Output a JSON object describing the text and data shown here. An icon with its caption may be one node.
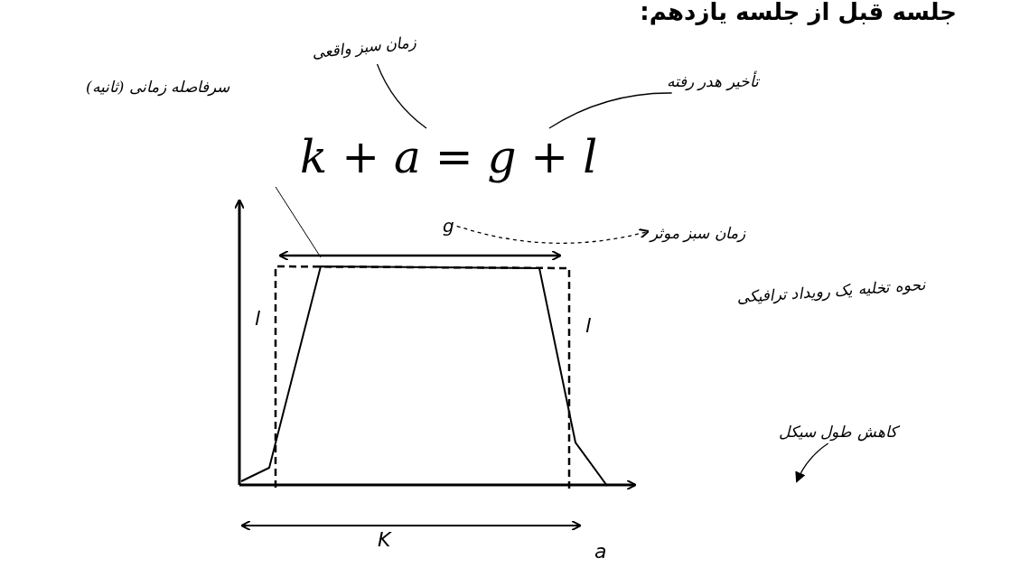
{
  "diagram": {
    "title": "جلسه قبل از جلسه یازدهم:",
    "nodes": [
      {
        "text": [
          "زمان سبز واقعی"
        ]
      },
      {
        "text": [
          "تأخیر هدر رفته"
        ]
      },
      {
        "text": [
          "سرفاصله زمانی (ثانیه)"
        ]
      },
      {
        "text": [
          "k + a = g + l"
        ]
      },
      {
        "text": [
          "g"
        ]
      },
      {
        "text": [
          "زمان سبز موثر"
        ]
      },
      {
        "text": [
          "نحوه تخلیه یک رویداد ترافیکی"
        ]
      },
      {
        "text": [
          "کاهش طول سیکل"
        ]
      }
    ],
    "edges": [
      {
        "from": 0,
        "to": 3,
        "arrow": "none"
      },
      {
        "from": 1,
        "to": 3,
        "arrow": "none"
      },
      {
        "from": 4,
        "to": 5,
        "arrow": "to",
        "style": "dashed"
      },
      {
        "from": 7,
        "to": null,
        "arrow": "to"
      }
    ],
    "labels": [
      "l",
      "l",
      "K",
      "a"
    ]
  }
}
